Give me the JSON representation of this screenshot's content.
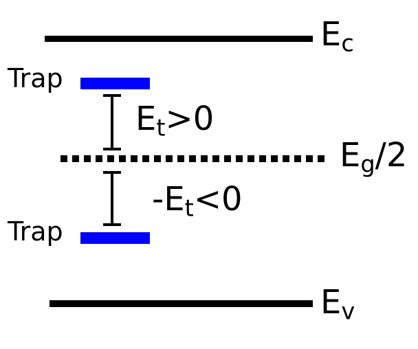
{
  "figure": {
    "type": "energy-band-diagram",
    "background_color": "#ffffff",
    "band_color": "#000000",
    "trap_color": "#0000ff",
    "conduction_band": {
      "label_main": "E",
      "label_sub": "c"
    },
    "valence_band": {
      "label_main": "E",
      "label_sub": "v"
    },
    "midgap": {
      "label_main": "E",
      "label_sub": "g",
      "label_suffix": "/2"
    },
    "upper_trap": {
      "label": "Trap"
    },
    "lower_trap": {
      "label": "Trap"
    },
    "upper_gap_marker": {
      "label_main": "E",
      "label_sub": "t",
      "label_suffix": ">0"
    },
    "lower_gap_marker": {
      "label_main": "-E",
      "label_sub": "t",
      "label_suffix": "<0"
    }
  }
}
